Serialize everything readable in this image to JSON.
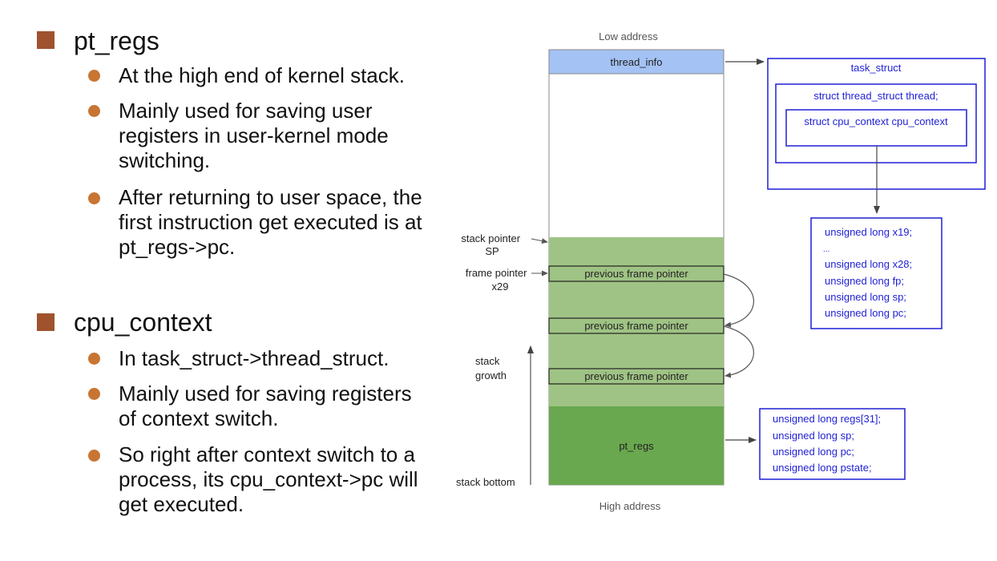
{
  "sections": [
    {
      "heading": "pt_regs",
      "bullets": [
        {
          "lines": [
            "At the high end of kernel stack."
          ]
        },
        {
          "lines": [
            "Mainly used for saving user",
            "registers in user-kernel mode",
            "switching."
          ]
        },
        {
          "lines": [
            "After returning to user space, the",
            "first instruction get executed is at",
            "pt_regs->pc."
          ]
        }
      ]
    },
    {
      "heading": "cpu_context",
      "bullets": [
        {
          "lines": [
            "In task_struct->thread_struct."
          ]
        },
        {
          "lines": [
            "Mainly used for saving registers",
            "of context switch."
          ]
        },
        {
          "lines": [
            "So right after context switch to a",
            "process, its cpu_context->pc will",
            "get executed."
          ]
        }
      ]
    }
  ],
  "diagram": {
    "low_address": "Low address",
    "high_address": "High address",
    "thread_info": "thread_info",
    "frame_pointer_boxes": [
      "previous frame pointer",
      "previous frame pointer",
      "previous frame pointer"
    ],
    "pt_regs_label": "pt_regs",
    "stack_pointer": [
      "stack pointer",
      "SP"
    ],
    "frame_pointer": [
      "frame pointer",
      "x29"
    ],
    "stack_growth": [
      "stack",
      "growth"
    ],
    "stack_bottom": "stack bottom",
    "task_struct": {
      "title": "task_struct",
      "thread": "struct thread_struct thread;",
      "cpu_context": "struct cpu_context cpu_context"
    },
    "cpu_context_regs": [
      "unsigned long x19;",
      "...",
      "unsigned long x28;",
      "unsigned long fp;",
      "unsigned long sp;",
      "unsigned long pc;"
    ],
    "pt_regs_fields": [
      "unsigned long regs[31];",
      "unsigned long sp;",
      "unsigned long pc;",
      "unsigned long pstate;"
    ],
    "colors": {
      "thread_info_fill": "#a4c2f4",
      "stack_fill": "#9fc384",
      "pt_regs_fill": "#6aa84f",
      "struct_blue": "#1f1fd6",
      "bullet": "#c87533",
      "heading_square": "#a0522d"
    }
  }
}
